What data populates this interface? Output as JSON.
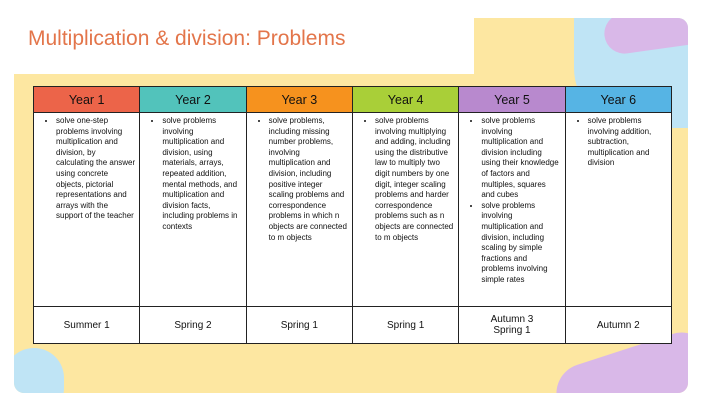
{
  "slide": {
    "title": "Multiplication & division: Problems"
  },
  "colors": {
    "year1": "#ec6449",
    "year2": "#52c3bb",
    "year3": "#f6921e",
    "year4": "#a9cf38",
    "year5": "#b889ce",
    "year6": "#56b4e4",
    "title": "#e3754a",
    "background": "#fde7a1"
  },
  "table": {
    "headers": [
      "Year 1",
      "Year 2",
      "Year 3",
      "Year 4",
      "Year 5",
      "Year 6"
    ],
    "cells": [
      [
        "solve one-step problems involving multiplication and division, by calculating the answer using concrete objects, pictorial representations and arrays with the support of the teacher"
      ],
      [
        "solve problems involving multiplication and division, using materials, arrays, repeated addition, mental methods, and multiplication and division facts, including problems in contexts"
      ],
      [
        "solve problems, including missing number problems, involving multiplication and division, including positive integer scaling problems and correspondence problems in which n objects are connected to m objects"
      ],
      [
        "solve problems involving multiplying and adding, including using the distributive law to multiply two digit numbers by one digit, integer scaling problems and harder correspondence problems such as n objects are connected to m objects"
      ],
      [
        "solve problems involving multiplication and division including using their knowledge of factors and multiples, squares and cubes",
        "solve problems involving multiplication and division, including scaling by simple fractions and problems involving simple rates"
      ],
      [
        "solve problems involving addition, subtraction, multiplication and division"
      ]
    ],
    "terms": [
      [
        "Summer 1"
      ],
      [
        "Spring 2"
      ],
      [
        "Spring 1"
      ],
      [
        "Spring 1"
      ],
      [
        "Autumn 3",
        "Spring 1"
      ],
      [
        "Autumn 2"
      ]
    ]
  }
}
